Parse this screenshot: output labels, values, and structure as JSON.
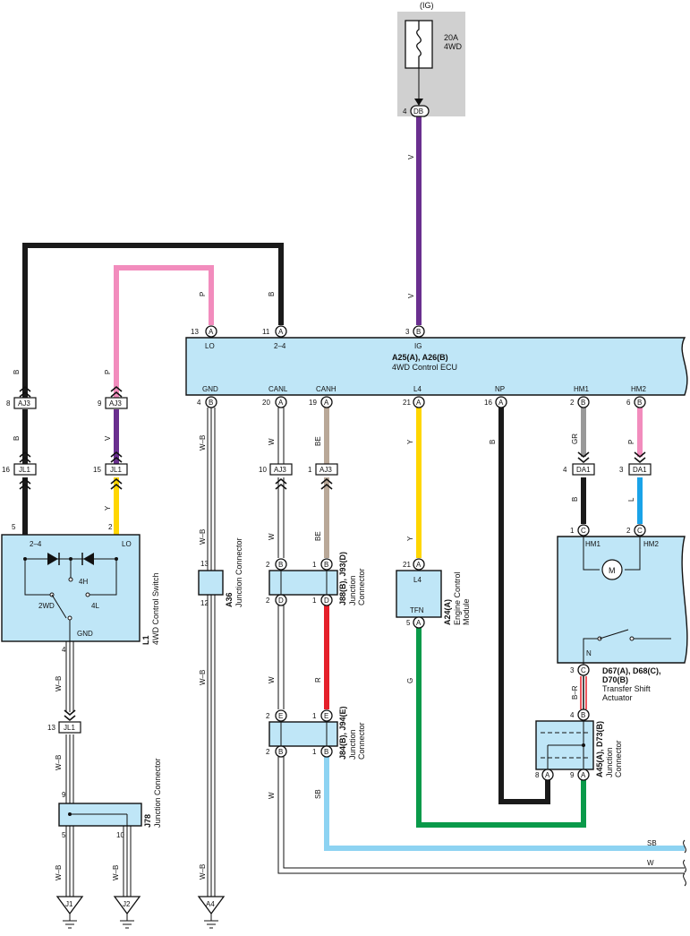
{
  "power": {
    "ig": "(IG)",
    "fuse_amp": "20A",
    "fuse_name": "4WD",
    "pin": "4",
    "conn": "DB"
  },
  "ecu": {
    "title": "A25(A), A26(B)",
    "subtitle": "4WD Control ECU",
    "top_pins": [
      {
        "num": "13",
        "letter": "A",
        "label": "LO"
      },
      {
        "num": "11",
        "letter": "A",
        "label": "2–4"
      },
      {
        "num": "3",
        "letter": "B",
        "label": "IG"
      }
    ],
    "bottom_pins": [
      {
        "num": "4",
        "letter": "B",
        "label": "GND"
      },
      {
        "num": "20",
        "letter": "A",
        "label": "CANL"
      },
      {
        "num": "19",
        "letter": "A",
        "label": "CANH"
      },
      {
        "num": "21",
        "letter": "A",
        "label": "L4"
      },
      {
        "num": "16",
        "letter": "A",
        "label": "NP"
      },
      {
        "num": "2",
        "letter": "B",
        "label": "HM1"
      },
      {
        "num": "6",
        "letter": "B",
        "label": "HM2"
      }
    ]
  },
  "wire_colors": {
    "V": "V",
    "B": "B",
    "P": "P",
    "Y": "Y",
    "W": "W",
    "WB": "W–B",
    "BE": "BE",
    "GR": "GR",
    "L": "L",
    "R": "R",
    "G": "G",
    "SB": "SB",
    "BR": "B–R"
  },
  "connectors": {
    "aj3_l": {
      "pin": "8",
      "name": "AJ3"
    },
    "aj3_p": {
      "pin": "9",
      "name": "AJ3"
    },
    "jl1_l": {
      "pin": "16",
      "name": "JL1"
    },
    "jl1_p": {
      "pin": "15",
      "name": "JL1"
    },
    "aj3_w": {
      "pin": "10",
      "name": "AJ3"
    },
    "aj3_be": {
      "pin": "1",
      "name": "AJ3"
    },
    "da1_gr": {
      "pin": "4",
      "name": "DA1"
    },
    "da1_p": {
      "pin": "3",
      "name": "DA1"
    },
    "jl1_gnd": {
      "pin": "13",
      "name": "JL1"
    }
  },
  "switch": {
    "id": "L1",
    "name": "4WD Control Switch",
    "pin5": "5",
    "pin2": "2",
    "pin4": "4",
    "lbl_24": "2–4",
    "lbl_lo": "LO",
    "lbl_4h": "4H",
    "lbl_2wd": "2WD",
    "lbl_4l": "4L",
    "lbl_gnd": "GND"
  },
  "a36": {
    "id": "A36",
    "name": "Junction Connector",
    "pin_top": "13",
    "pin_bot": "12"
  },
  "j88": {
    "id": "J88(B), J93(D)",
    "name_1": "Junction",
    "name_2": "Connector",
    "p1": "2",
    "p1l": "B",
    "p2": "1",
    "p2l": "B",
    "p3": "2",
    "p3l": "D",
    "p4": "1",
    "p4l": "D"
  },
  "j84": {
    "id": "J84(B), J94(E)",
    "name_1": "Junction",
    "name_2": "Connector",
    "p1": "2",
    "p1l": "E",
    "p2": "1",
    "p2l": "E",
    "p3": "2",
    "p3l": "B",
    "p4": "1",
    "p4l": "B"
  },
  "a24": {
    "id": "A24(A)",
    "name_1": "Engine Control",
    "name_2": "Module",
    "pin_top": "21",
    "pin_top_l": "A",
    "pin_bot": "5",
    "pin_bot_l": "A",
    "l4": "L4",
    "tfn": "TFN"
  },
  "actuator": {
    "id": "D67(A), D68(C),",
    "id2": "D70(B)",
    "name_1": "Transfer Shift",
    "name_2": "Actuator",
    "p_hm1": "1",
    "p_hm2": "2",
    "l_c": "C",
    "hm1": "HM1",
    "hm2": "HM2",
    "motor": "M",
    "n": "N",
    "pin3": "3"
  },
  "a45": {
    "id": "A45(A), D73(B)",
    "name_1": "Junction",
    "name_2": "Connector",
    "pin_top": "4",
    "pin_top_l": "B",
    "pin8": "8",
    "pin8_l": "A",
    "pin9": "9",
    "pin9_l": "A"
  },
  "j78": {
    "id": "J78",
    "name": "Junction Connector",
    "pin9": "9",
    "pin5": "5",
    "pin10": "10"
  },
  "grounds": [
    "J1",
    "J2",
    "A4"
  ],
  "colors": {
    "black": "#1a1a1a",
    "violet": "#6a2f8f",
    "pink": "#f28cbd",
    "yellow": "#ffd600",
    "tan": "#b9a898",
    "gray": "#999999",
    "blue": "#1aa3e8",
    "red": "#e5202a",
    "green": "#0a9a4a",
    "skyblue": "#8dd3f2",
    "ecu_fill": "#bfe6f7",
    "fuse_bg": "#d0d0d0"
  }
}
